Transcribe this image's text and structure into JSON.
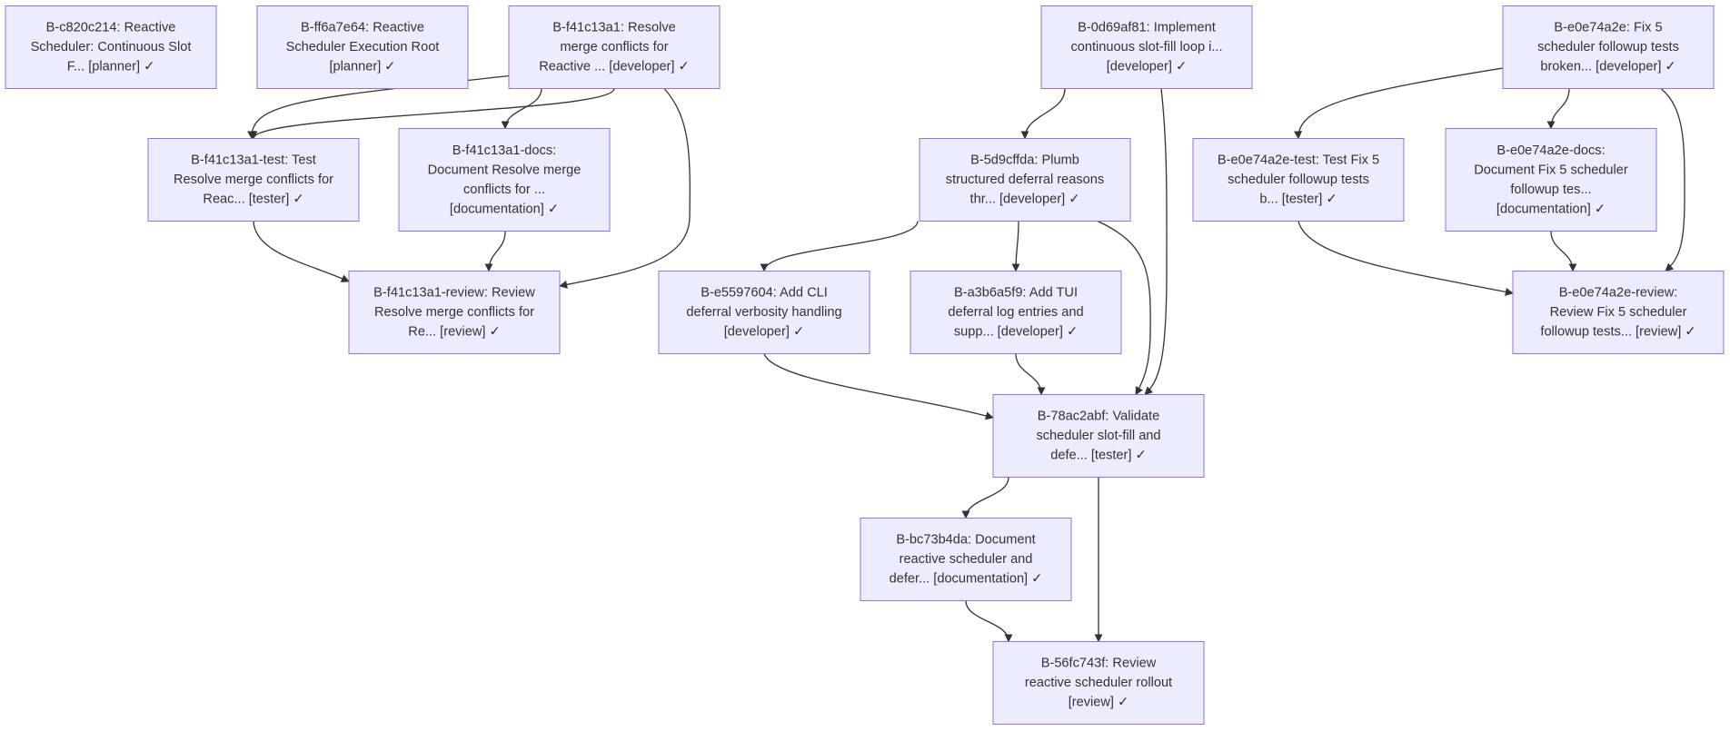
{
  "diagram": {
    "nodes": [
      {
        "id": "c820c214",
        "lines": [
          "B-c820c214: Reactive",
          "Scheduler: Continuous Slot",
          "F... [planner] ✓"
        ]
      },
      {
        "id": "ff6a7e64",
        "lines": [
          "B-ff6a7e64: Reactive",
          "Scheduler Execution Root",
          "[planner] ✓"
        ]
      },
      {
        "id": "f41c13a1",
        "lines": [
          "B-f41c13a1: Resolve",
          "merge conflicts for",
          "Reactive ... [developer] ✓"
        ]
      },
      {
        "id": "0d69af81",
        "lines": [
          "B-0d69af81: Implement",
          "continuous slot-fill loop i...",
          "[developer] ✓"
        ]
      },
      {
        "id": "e0e74a2e",
        "lines": [
          "B-e0e74a2e: Fix 5",
          "scheduler followup tests",
          "broken... [developer] ✓"
        ]
      },
      {
        "id": "f41c13a1-test",
        "lines": [
          "B-f41c13a1-test: Test",
          "Resolve merge conflicts for",
          "Reac... [tester] ✓"
        ]
      },
      {
        "id": "f41c13a1-docs",
        "lines": [
          "B-f41c13a1-docs:",
          "Document Resolve merge",
          "conflicts for ...",
          "[documentation] ✓"
        ]
      },
      {
        "id": "5d9cffda",
        "lines": [
          "B-5d9cffda: Plumb",
          "structured deferral reasons",
          "thr... [developer] ✓"
        ]
      },
      {
        "id": "e0e74a2e-test",
        "lines": [
          "B-e0e74a2e-test: Test Fix 5",
          "scheduler followup tests",
          "b... [tester] ✓"
        ]
      },
      {
        "id": "e0e74a2e-docs",
        "lines": [
          "B-e0e74a2e-docs:",
          "Document Fix 5 scheduler",
          "followup tes...",
          "[documentation] ✓"
        ]
      },
      {
        "id": "f41c13a1-review",
        "lines": [
          "B-f41c13a1-review: Review",
          "Resolve merge conflicts for",
          "Re... [review] ✓"
        ]
      },
      {
        "id": "e5597604",
        "lines": [
          "B-e5597604: Add CLI",
          "deferral verbosity handling",
          "[developer] ✓"
        ]
      },
      {
        "id": "a3b6a5f9",
        "lines": [
          "B-a3b6a5f9: Add TUI",
          "deferral log entries and",
          "supp... [developer] ✓"
        ]
      },
      {
        "id": "e0e74a2e-review",
        "lines": [
          "B-e0e74a2e-review:",
          "Review Fix 5 scheduler",
          "followup tests... [review] ✓"
        ]
      },
      {
        "id": "78ac2abf",
        "lines": [
          "B-78ac2abf: Validate",
          "scheduler slot-fill and",
          "defe... [tester] ✓"
        ]
      },
      {
        "id": "bc73b4da",
        "lines": [
          "B-bc73b4da: Document",
          "reactive scheduler and",
          "defer... [documentation] ✓"
        ]
      },
      {
        "id": "56fc743f",
        "lines": [
          "B-56fc743f: Review",
          "reactive scheduler rollout",
          "[review] ✓"
        ]
      }
    ],
    "edges": [
      {
        "from": "ff6a7e64",
        "to": "f41c13a1-test"
      },
      {
        "from": "f41c13a1",
        "to": "f41c13a1-test"
      },
      {
        "from": "f41c13a1",
        "to": "f41c13a1-docs"
      },
      {
        "from": "f41c13a1",
        "to": "f41c13a1-review"
      },
      {
        "from": "f41c13a1-test",
        "to": "f41c13a1-review"
      },
      {
        "from": "f41c13a1-docs",
        "to": "f41c13a1-review"
      },
      {
        "from": "0d69af81",
        "to": "5d9cffda"
      },
      {
        "from": "0d69af81",
        "to": "78ac2abf"
      },
      {
        "from": "5d9cffda",
        "to": "e5597604"
      },
      {
        "from": "5d9cffda",
        "to": "a3b6a5f9"
      },
      {
        "from": "5d9cffda",
        "to": "78ac2abf"
      },
      {
        "from": "e5597604",
        "to": "78ac2abf"
      },
      {
        "from": "a3b6a5f9",
        "to": "78ac2abf"
      },
      {
        "from": "78ac2abf",
        "to": "bc73b4da"
      },
      {
        "from": "78ac2abf",
        "to": "56fc743f"
      },
      {
        "from": "bc73b4da",
        "to": "56fc743f"
      },
      {
        "from": "e0e74a2e",
        "to": "e0e74a2e-test"
      },
      {
        "from": "e0e74a2e",
        "to": "e0e74a2e-docs"
      },
      {
        "from": "e0e74a2e",
        "to": "e0e74a2e-review"
      },
      {
        "from": "e0e74a2e-test",
        "to": "e0e74a2e-review"
      },
      {
        "from": "e0e74a2e-docs",
        "to": "e0e74a2e-review"
      }
    ],
    "colors": {
      "node_fill": "#ececff",
      "node_stroke": "#9370db",
      "edge": "#333333",
      "text": "#333333"
    }
  }
}
